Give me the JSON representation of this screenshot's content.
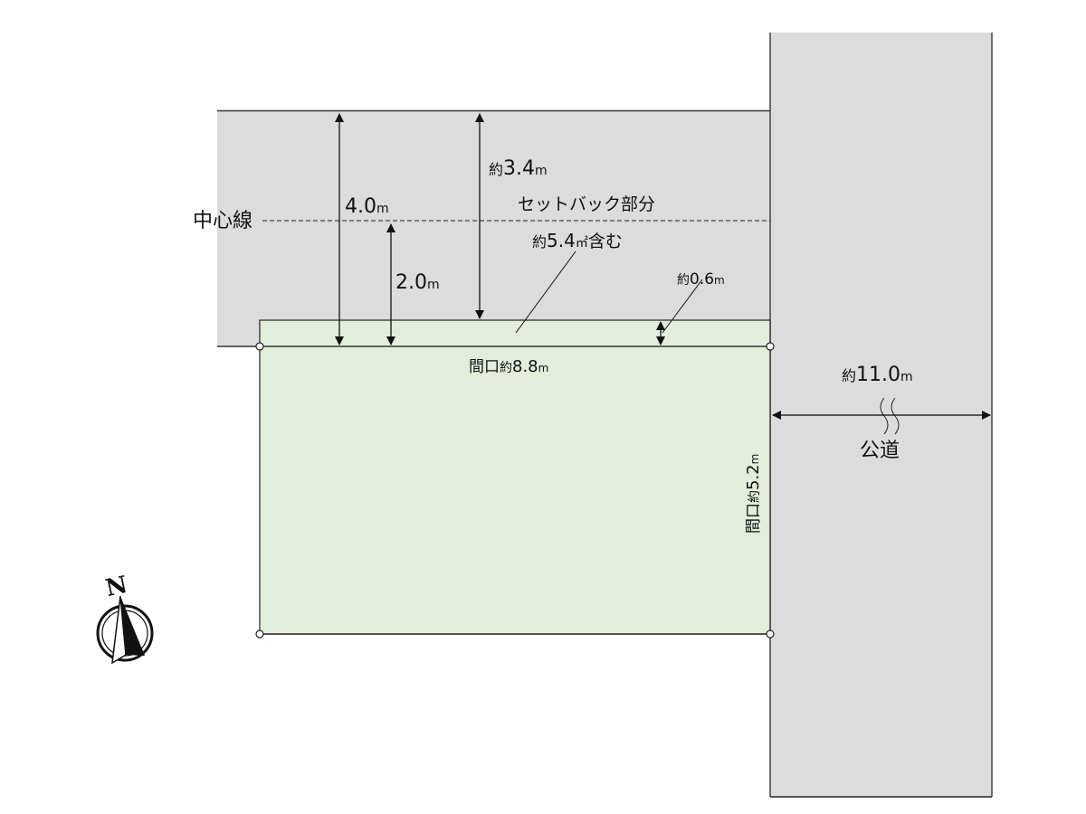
{
  "diagram": {
    "type": "site-plan",
    "colors": {
      "road_fill": "#dcdcdc",
      "lot_fill": "#e2eed9",
      "line": "#222222"
    },
    "labels": {
      "center_line": "中心線",
      "road_width_total": {
        "value": "4.0",
        "unit": "m"
      },
      "half_width": {
        "value": "2.0",
        "unit": "m"
      },
      "dist_to_lot": {
        "prefix": "約",
        "value": "3.4",
        "unit": "m"
      },
      "setback_title": "セットバック部分",
      "setback_area": {
        "prefix": "約",
        "value": "5.4",
        "unit": "㎡",
        "suffix": "含む"
      },
      "setback_depth": {
        "prefix": "約",
        "value": "0.6",
        "unit": "m"
      },
      "frontage_north": {
        "prefix": "間口",
        "about": "約",
        "value": "8.8",
        "unit": "m"
      },
      "frontage_east": {
        "prefix": "間口",
        "about": "約",
        "value": "5.2",
        "unit": "m"
      },
      "public_road_width": {
        "prefix": "約",
        "value": "11.0",
        "unit": "m"
      },
      "public_road": "公道"
    },
    "compass": {
      "letter": "N"
    }
  }
}
